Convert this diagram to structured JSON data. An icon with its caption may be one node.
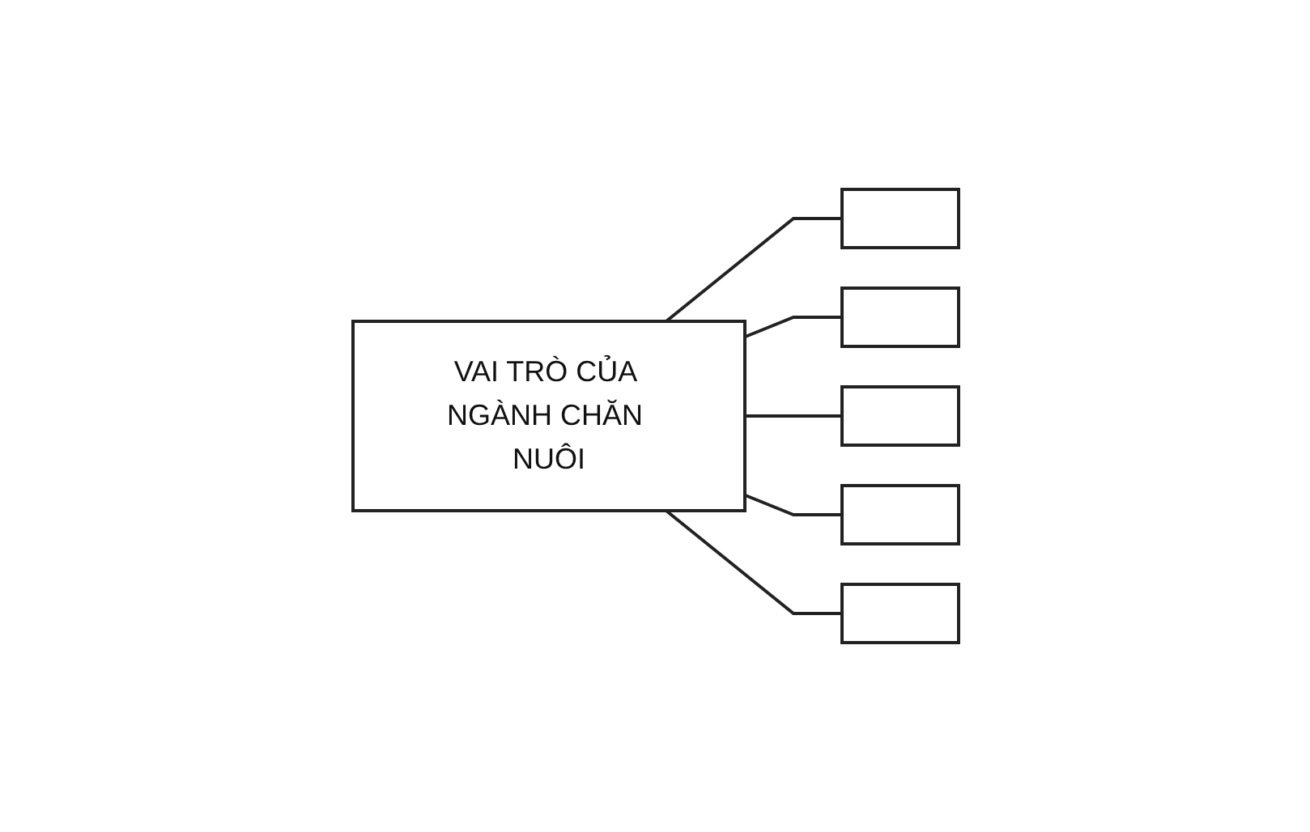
{
  "diagram": {
    "nodes": [
      {
        "text": [
          "VAI TRÒ CỦA NGÀNH CHĂN NUÔI"
        ]
      },
      {
        "text": [],
        "shape": "box"
      },
      {
        "text": [],
        "shape": "box"
      },
      {
        "text": [],
        "shape": "box"
      },
      {
        "text": [],
        "shape": "box"
      },
      {
        "text": [],
        "shape": "box"
      }
    ],
    "edges": [
      {
        "from": 0,
        "to": 1,
        "arrow": "none"
      },
      {
        "from": 0,
        "to": 2,
        "arrow": "none"
      },
      {
        "from": 0,
        "to": 3,
        "arrow": "none"
      },
      {
        "from": 0,
        "to": 4,
        "arrow": "none"
      },
      {
        "from": 0,
        "to": 5,
        "arrow": "none"
      }
    ]
  }
}
